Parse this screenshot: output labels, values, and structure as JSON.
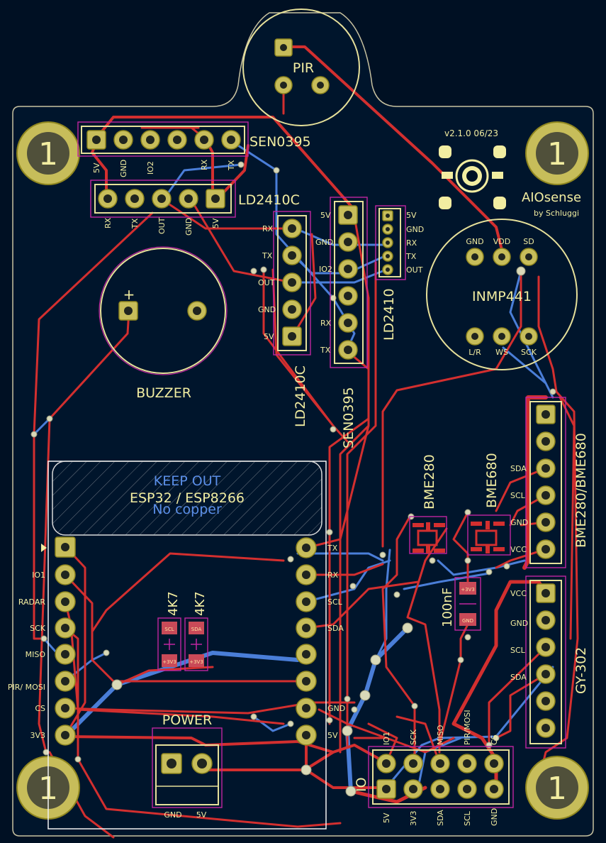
{
  "board": {
    "version": "v2.1.0 06/23",
    "brand": "AIOsense",
    "author": "by Schluggi",
    "mount_label": "1",
    "colors": {
      "background": "#001023",
      "copper_front": "#d32f2f",
      "copper_back": "#4a7ed8",
      "silkscreen": "#f2eda1",
      "pad": "#c7bd5a"
    }
  },
  "pir": {
    "label": "PIR"
  },
  "buzzer": {
    "label": "BUZZER",
    "plus": "+"
  },
  "sen0395_top": {
    "label": "SEN0395",
    "pins": [
      "5V",
      "GND",
      "IO2",
      "RX",
      "TX"
    ]
  },
  "ld2410c_top": {
    "label": "LD2410C",
    "pins": [
      "RX",
      "TX",
      "OUT",
      "GND",
      "5V"
    ]
  },
  "ld2410c_vertical": {
    "label": "LD2410C",
    "pins": [
      "RX",
      "TX",
      "OUT",
      "GND",
      "5V"
    ]
  },
  "sen0395_vertical": {
    "label": "SEN0395",
    "pins": [
      "5V",
      "GND",
      "IO2",
      "RX",
      "TX"
    ]
  },
  "ld2410_vertical": {
    "label": "LD2410",
    "pins": [
      "5V",
      "GND",
      "RX",
      "TX",
      "OUT"
    ]
  },
  "inmp441": {
    "label": "INMP441",
    "top_pins": [
      "GND",
      "VDD",
      "SD"
    ],
    "bottom_pins": [
      "L/R",
      "WS",
      "SCK"
    ]
  },
  "bme_header": {
    "label": "BME280/BME680",
    "pins": [
      "SDA",
      "SCL",
      "GND",
      "VCC"
    ]
  },
  "gy302": {
    "label": "GY-302",
    "pins": [
      "VCC",
      "GND",
      "SCL",
      "SDA"
    ]
  },
  "bme280": {
    "label": "BME280"
  },
  "bme680": {
    "label": "BME680"
  },
  "capacitor": {
    "label": "100nF",
    "pad1": "+3V3",
    "pad2": "GND"
  },
  "resistors": [
    {
      "label": "4K7",
      "pad1": "SCL",
      "pad2": "+3V3"
    },
    {
      "label": "4K7",
      "pad1": "SDA",
      "pad2": "+3V3"
    }
  ],
  "keepout": {
    "line1": "KEEP OUT",
    "line2": "ESP32 / ESP8266",
    "line3": "No copper"
  },
  "esp_left_pins": [
    "IO1",
    "RADAR",
    "SCK",
    "MISO",
    "PIR/ MOSI",
    "CS",
    "3V3"
  ],
  "esp_right_pins": [
    "TX",
    "RX",
    "SCL",
    "SDA",
    "GND",
    "5V"
  ],
  "power": {
    "label": "POWER",
    "pins": [
      "GND",
      "5V"
    ]
  },
  "io_header": {
    "label": "IO",
    "top_pins": [
      "IO1",
      "SCK",
      "MISO",
      "PIR/MOSI",
      "CS"
    ],
    "bottom_pins": [
      "5V",
      "3V3",
      "SDA",
      "SCL",
      "GND"
    ]
  }
}
